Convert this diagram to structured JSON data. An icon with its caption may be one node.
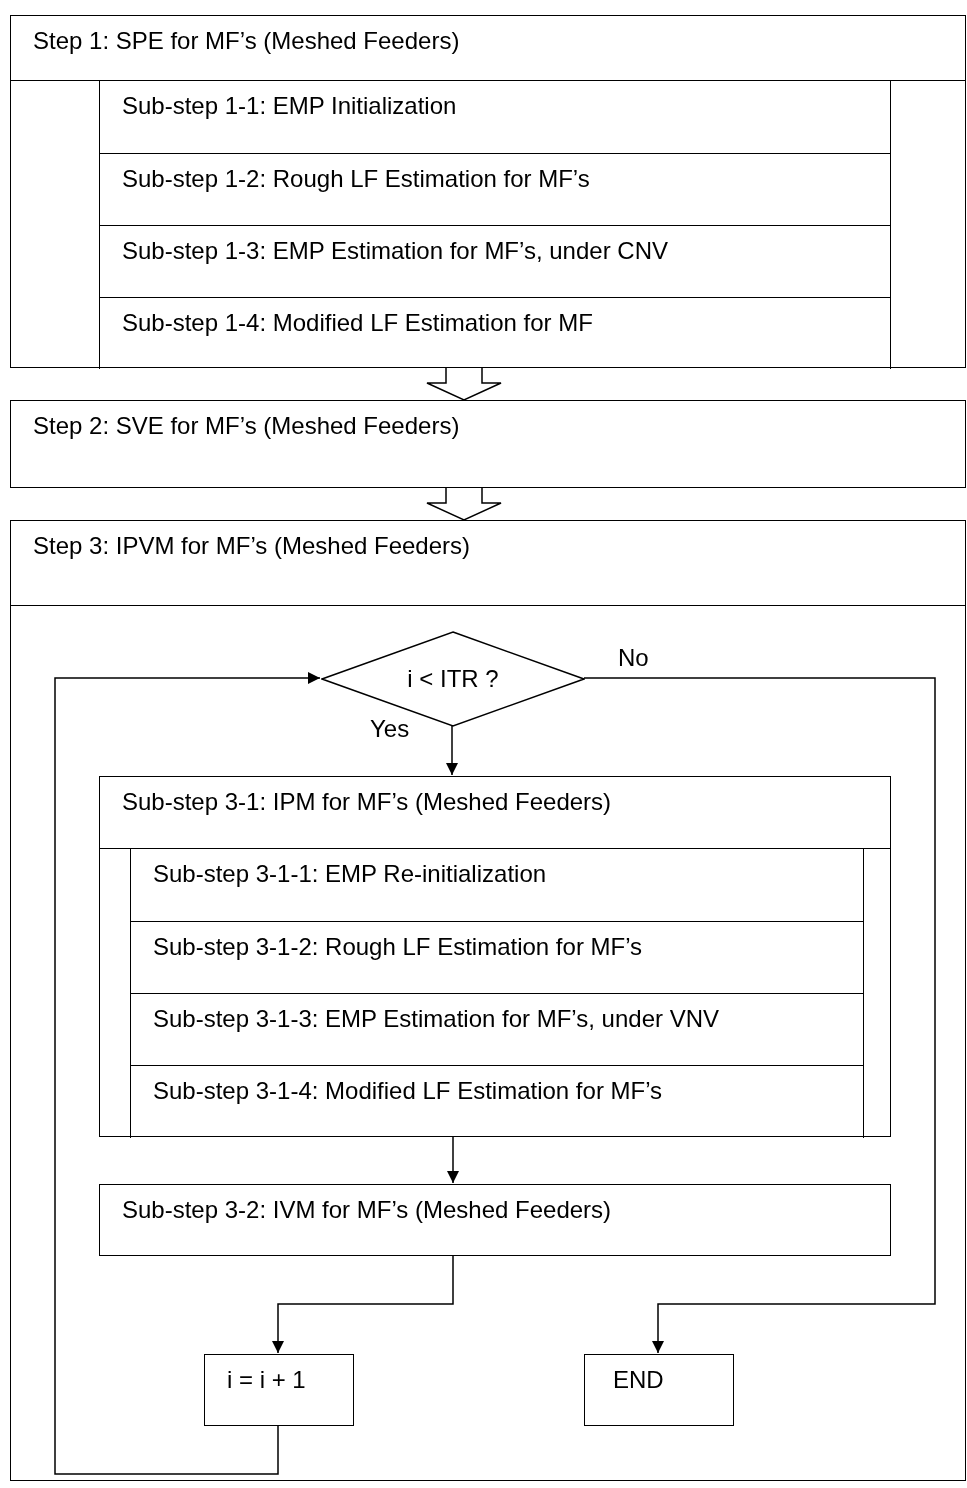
{
  "diagram": {
    "nodes": [
      {
        "text": [
          "Step 1: SPE for MF’s (Meshed Feeders)"
        ]
      },
      {
        "text": [
          "Sub-step 1-1: EMP Initialization"
        ],
        "in": 0
      },
      {
        "text": [
          "Sub-step 1-2: Rough LF Estimation for MF’s"
        ],
        "in": 0
      },
      {
        "text": [
          "Sub-step 1-3: EMP Estimation for MF’s, under CNV"
        ],
        "in": 0
      },
      {
        "text": [
          "Sub-step 1-4: Modified LF Estimation for MF"
        ],
        "in": 0
      },
      {
        "text": [
          "Step 2: SVE for MF’s (Meshed Feeders)"
        ]
      },
      {
        "text": [
          "Step 3: IPVM for MF’s (Meshed Feeders)"
        ]
      },
      {
        "text": [
          "i < ITR ?"
        ],
        "in": 6
      },
      {
        "text": [
          "Sub-step 3-1: IPM for MF’s (Meshed Feeders)"
        ],
        "in": 6
      },
      {
        "text": [
          "Sub-step 3-1-1: EMP Re-initialization"
        ],
        "in": 8
      },
      {
        "text": [
          "Sub-step 3-1-2: Rough LF Estimation for MF’s"
        ],
        "in": 8
      },
      {
        "text": [
          "Sub-step 3-1-3: EMP Estimation for MF’s, under VNV"
        ],
        "in": 8
      },
      {
        "text": [
          "Sub-step 3-1-4: Modified LF Estimation for MF’s"
        ],
        "in": 8
      },
      {
        "text": [
          "Sub-step 3-2: IVM for MF’s (Meshed Feeders)"
        ],
        "in": 6
      },
      {
        "text": [
          "i = i + 1"
        ],
        "in": 6
      },
      {
        "text": [
          "END"
        ],
        "in": 6
      }
    ],
    "edges": [
      {
        "from": 0,
        "to": 5,
        "arrow": "to",
        "style": "thick"
      },
      {
        "from": 5,
        "to": 6,
        "arrow": "to",
        "style": "thick"
      },
      {
        "from": 7,
        "to": 8,
        "arrow": "to",
        "label": "Yes"
      },
      {
        "from": 7,
        "to": 15,
        "arrow": "to",
        "label": "No"
      },
      {
        "from": 8,
        "to": 13,
        "arrow": "to"
      },
      {
        "from": 13,
        "to": 14,
        "arrow": "to"
      },
      {
        "from": 14,
        "to": 7,
        "arrow": "to"
      }
    ]
  }
}
